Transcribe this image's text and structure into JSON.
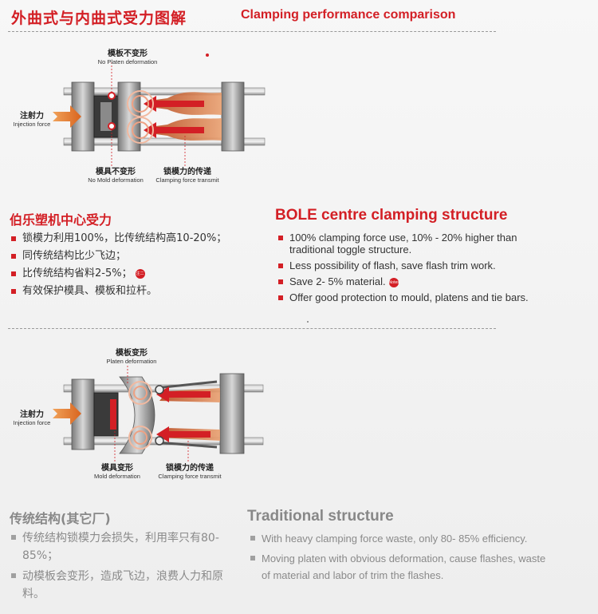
{
  "header": {
    "title_cn": "外曲式与内曲式受力图解",
    "title_en": "Clamping performance comparison"
  },
  "diagram_top": {
    "platen_cn": "模板不变形",
    "platen_en": "No Platen deformation",
    "injection_cn": "注射力",
    "injection_en": "Injection force",
    "mold_cn": "模具不变形",
    "mold_en": "No Mold deformation",
    "transmit_cn": "锁模力的传递",
    "transmit_en": "Clamping force transmit"
  },
  "bole": {
    "heading_cn": "伯乐塑机中心受力",
    "heading_en": "BOLE centre clamping structure",
    "items_cn": [
      "锁模力利用100%，比传统结构高10-20%；",
      "同传统结构比少飞边；",
      "比传统结构省料2-5%；",
      "有效保护模具、模板和拉杆。"
    ],
    "items_en": [
      "100% clamping force use, 10% - 20% higher than traditional toggle structure.",
      "Less possibility of flash, save flash trim work.",
      "Save 2- 5% material.",
      "Offer good protection to mould, platens and tie bars."
    ],
    "seal_cn": "注二",
    "seal_en": "Notes"
  },
  "diagram_bottom": {
    "platen_cn": "模板变形",
    "platen_en": "Platen deformation",
    "injection_cn": "注射力",
    "injection_en": "Injection force",
    "mold_cn": "模具变形",
    "mold_en": "Mold deformation",
    "transmit_cn": "锁模力的传递",
    "transmit_en": "Clamping force transmit"
  },
  "traditional": {
    "heading_cn": "传统结构(其它厂)",
    "heading_en": "Traditional structure",
    "items_cn": [
      "传统结构锁模力会损失，利用率只有80-85%；",
      "动模板会变形，造成飞边，浪费人力和原料。"
    ],
    "items_en": [
      "With heavy clamping force waste, only 80- 85% efficiency.",
      "Moving platen with obvious deformation, cause flashes, waste of material and labor of trim the flashes."
    ]
  },
  "colors": {
    "accent": "#d31f25",
    "muted": "#8a8a8a",
    "arrow_orange": "#e8782e"
  }
}
